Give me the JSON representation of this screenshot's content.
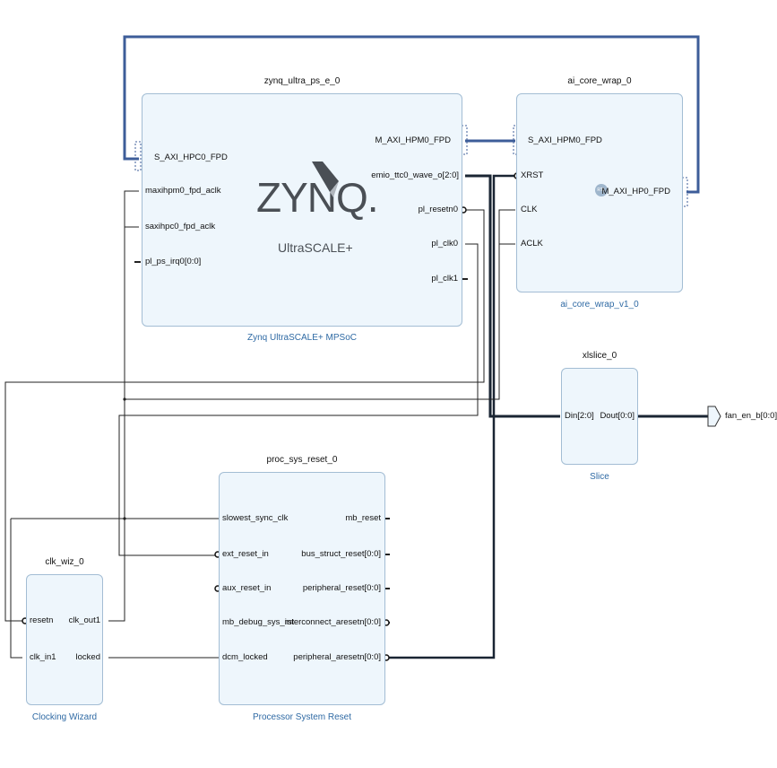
{
  "blocks": {
    "zynq": {
      "instance": "zynq_ultra_ps_e_0",
      "type": "Zynq UltraSCALE+ MPSoC",
      "logo_main": "ZYNQ.",
      "logo_sub": "UltraSCALE+",
      "pins_left": [
        "S_AXI_HPC0_FPD",
        "maxihpm0_fpd_aclk",
        "saxihpc0_fpd_aclk",
        "pl_ps_irq0[0:0]"
      ],
      "pins_right": [
        "M_AXI_HPM0_FPD",
        "emio_ttc0_wave_o[2:0]",
        "pl_resetn0",
        "pl_clk0",
        "pl_clk1"
      ]
    },
    "ai_core": {
      "instance": "ai_core_wrap_0",
      "type": "ai_core_wrap_v1_0",
      "rtl_badge": "RTL",
      "pins_left": [
        "S_AXI_HPM0_FPD",
        "XRST",
        "CLK",
        "ACLK"
      ],
      "pins_right": [
        "M_AXI_HP0_FPD"
      ]
    },
    "xlslice": {
      "instance": "xlslice_0",
      "type": "Slice",
      "pins_left": [
        "Din[2:0]"
      ],
      "pins_right": [
        "Dout[0:0]"
      ]
    },
    "proc_sys_reset": {
      "instance": "proc_sys_reset_0",
      "type": "Processor System Reset",
      "pins_left": [
        "slowest_sync_clk",
        "ext_reset_in",
        "aux_reset_in",
        "mb_debug_sys_rst",
        "dcm_locked"
      ],
      "pins_right": [
        "mb_reset",
        "bus_struct_reset[0:0]",
        "peripheral_reset[0:0]",
        "interconnect_aresetn[0:0]",
        "peripheral_aresetn[0:0]"
      ]
    },
    "clk_wiz": {
      "instance": "clk_wiz_0",
      "type": "Clocking Wizard",
      "pins_left": [
        "resetn",
        "clk_in1"
      ],
      "pins_right": [
        "clk_out1",
        "locked"
      ]
    }
  },
  "external_ports": {
    "fan_en": "fan_en_b[0:0]"
  },
  "colors": {
    "block_fill": "#eef6fc",
    "block_border": "#a3bdd4",
    "type_label": "#2f6aa4",
    "interface_bus": "#3d5d99",
    "wire": "#111111"
  }
}
